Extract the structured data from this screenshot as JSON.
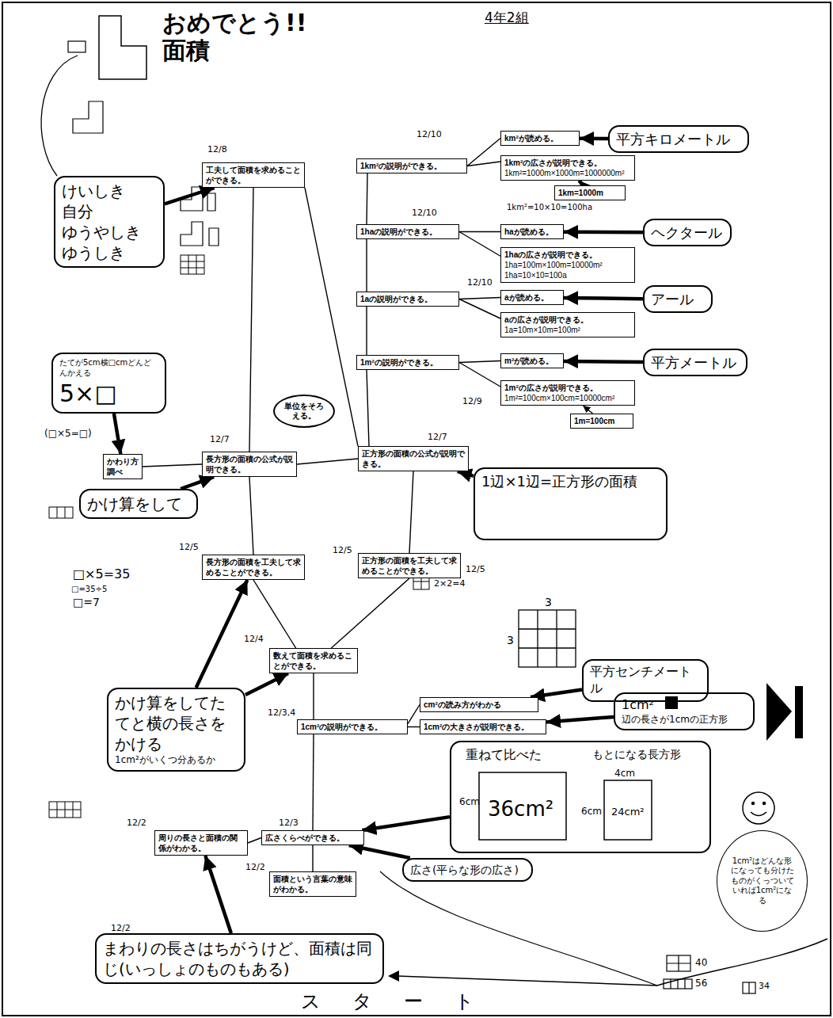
{
  "diagram": {
    "title": "おめでとう!! 面積",
    "nodes": [
      {
        "text": [
          "面積という言葉の意味がわかる。"
        ]
      },
      {
        "text": [
          "広さくらべができる。"
        ]
      },
      {
        "text": [
          "周りの長さと面積の関係がわかる。"
        ]
      },
      {
        "text": [
          "1cm²の説明ができる。"
        ]
      },
      {
        "text": [
          "cm²の読み方がわかる"
        ]
      },
      {
        "text": [
          "1cm²の大きさが説明できる。"
        ]
      },
      {
        "text": [
          "数えて面積を求めることができる。"
        ]
      },
      {
        "text": [
          "長方形の面積を工夫して求めることができる。"
        ]
      },
      {
        "text": [
          "正方形の面積を工夫して求めることができる。"
        ]
      },
      {
        "text": [
          "長方形の面積の公式が説明できる。"
        ]
      },
      {
        "text": [
          "正方形の面積の公式が説明できる。"
        ]
      },
      {
        "text": [
          "かわり方調べ"
        ]
      },
      {
        "text": [
          "単位をそろえる。"
        ]
      },
      {
        "text": [
          "工夫して面積を求めることができる。"
        ]
      },
      {
        "text": [
          "1m²の説明ができる。"
        ]
      },
      {
        "text": [
          "m²が読める。"
        ]
      },
      {
        "text": [
          "1m²の広さが説明できる。",
          "1m²=100cm×100cm=10000cm²"
        ]
      },
      {
        "text": [
          "1m=100cm"
        ]
      },
      {
        "text": [
          "1aの説明ができる。"
        ]
      },
      {
        "text": [
          "aが読める。"
        ]
      },
      {
        "text": [
          "aの広さが説明できる。",
          "1a=10m×10m=100m²"
        ]
      },
      {
        "text": [
          "1haの説明ができる。"
        ]
      },
      {
        "text": [
          "haが読める。"
        ]
      },
      {
        "text": [
          "1haの広さが説明できる。",
          "1ha=100m×100m=10000m²",
          "1ha=10×10=100a"
        ]
      },
      {
        "text": [
          "1km²の説明ができる。"
        ]
      },
      {
        "text": [
          "km²が読める。"
        ]
      },
      {
        "text": [
          "1km²の広さが説明できる。",
          "1km²=1000m×1000m=1000000m²"
        ]
      },
      {
        "text": [
          "1km=1000m"
        ]
      },
      {
        "text": [
          "平方キロメートル"
        ]
      },
      {
        "text": [
          "ヘクタール"
        ]
      },
      {
        "text": [
          "アール"
        ]
      },
      {
        "text": [
          "平方メートル"
        ]
      },
      {
        "text": [
          "けいしき",
          "自分",
          "ゆうやしき",
          "ゆうしき"
        ]
      },
      {
        "text": [
          "平方センチメートル"
        ]
      },
      {
        "text": [
          "1cm²",
          "辺の長さが1cmの正方形"
        ]
      },
      {
        "text": [
          "重ねて比べた",
          "6cm",
          "36cm²",
          "もとになる長方形",
          "4cm",
          "6cm",
          "24cm²"
        ]
      },
      {
        "text": [
          "広さ(平らな形の広さ)"
        ]
      },
      {
        "text": [
          "かけ算をしてたてと横の長さをかける",
          "1cm²がいくつ分あるか"
        ]
      },
      {
        "text": [
          "まわりの長さはちがうけど、面積は同じ(いっしょのものもある)"
        ]
      },
      {
        "text": [
          "1辺×1辺=正方形の面積"
        ]
      },
      {
        "text": [
          "かけ算をして"
        ]
      },
      {
        "text": [
          "たてが5cm横□cmどんどんかえる",
          "5×□"
        ]
      },
      {
        "text": [
          "1cm²はどんな形になっても分けたものがくっついていれば1cm²になる"
        ]
      }
    ],
    "edges": [
      {
        "from": 0,
        "to": 1,
        "arrow": "none"
      },
      {
        "from": 1,
        "to": 2,
        "arrow": "none"
      },
      {
        "from": 1,
        "to": 3,
        "arrow": "none"
      },
      {
        "from": 3,
        "to": 4,
        "arrow": "none"
      },
      {
        "from": 3,
        "to": 5,
        "arrow": "none"
      },
      {
        "from": 3,
        "to": 6,
        "arrow": "none"
      },
      {
        "from": 6,
        "to": 7,
        "arrow": "none"
      },
      {
        "from": 6,
        "to": 8,
        "arrow": "none"
      },
      {
        "from": 7,
        "to": 9,
        "arrow": "none"
      },
      {
        "from": 8,
        "to": 10,
        "arrow": "none"
      },
      {
        "from": 11,
        "to": 9,
        "arrow": "none"
      },
      {
        "from": 9,
        "to": 10,
        "arrow": "none"
      },
      {
        "from": 9,
        "to": 13,
        "arrow": "none"
      },
      {
        "from": 10,
        "to": 13,
        "arrow": "none"
      },
      {
        "from": 10,
        "to": 14,
        "arrow": "none"
      },
      {
        "from": 14,
        "to": 18,
        "arrow": "none"
      },
      {
        "from": 18,
        "to": 21,
        "arrow": "none"
      },
      {
        "from": 21,
        "to": 24,
        "arrow": "none"
      },
      {
        "from": 14,
        "to": 15,
        "arrow": "none"
      },
      {
        "from": 14,
        "to": 16,
        "arrow": "none"
      },
      {
        "from": 18,
        "to": 19,
        "arrow": "none"
      },
      {
        "from": 18,
        "to": 20,
        "arrow": "none"
      },
      {
        "from": 21,
        "to": 22,
        "arrow": "none"
      },
      {
        "from": 21,
        "to": 23,
        "arrow": "none"
      },
      {
        "from": 24,
        "to": 25,
        "arrow": "none"
      },
      {
        "from": 24,
        "to": 26,
        "arrow": "none"
      },
      {
        "from": 17,
        "to": 16,
        "arrow": "to"
      },
      {
        "from": 27,
        "to": 26,
        "arrow": "to"
      },
      {
        "from": 28,
        "to": 25,
        "arrow": "to"
      },
      {
        "from": 29,
        "to": 22,
        "arrow": "to"
      },
      {
        "from": 30,
        "to": 19,
        "arrow": "to"
      },
      {
        "from": 31,
        "to": 15,
        "arrow": "to"
      },
      {
        "from": 32,
        "to": 13,
        "arrow": "to"
      },
      {
        "from": 40,
        "to": 9,
        "arrow": "to"
      },
      {
        "from": 39,
        "to": 10,
        "arrow": "to"
      },
      {
        "from": 37,
        "to": 7,
        "arrow": "to"
      },
      {
        "from": 37,
        "to": 6,
        "arrow": "to"
      },
      {
        "from": 33,
        "to": 4,
        "arrow": "to"
      },
      {
        "from": 34,
        "to": 5,
        "arrow": "to"
      },
      {
        "from": 35,
        "to": 1,
        "arrow": "to"
      },
      {
        "from": 36,
        "to": 1,
        "arrow": "to"
      },
      {
        "from": 38,
        "to": 2,
        "arrow": "to"
      },
      {
        "from": 41,
        "to": 11,
        "arrow": "to"
      }
    ],
    "labels": [
      "4年2組",
      "12/8",
      "12/10",
      "12/10",
      "12/10",
      "12/9",
      "12/7",
      "12/7",
      "12/5",
      "12/5",
      "12/5",
      "12/4",
      "12/3,4",
      "12/3",
      "12/2",
      "12/2",
      "12/2",
      "1km²=10×10=100ha",
      "3",
      "3",
      "2×2=4",
      "□×5=35",
      "□=35÷5",
      "□=7",
      "(□×5=□)",
      "40",
      "56",
      "34",
      "スタート"
    ]
  }
}
